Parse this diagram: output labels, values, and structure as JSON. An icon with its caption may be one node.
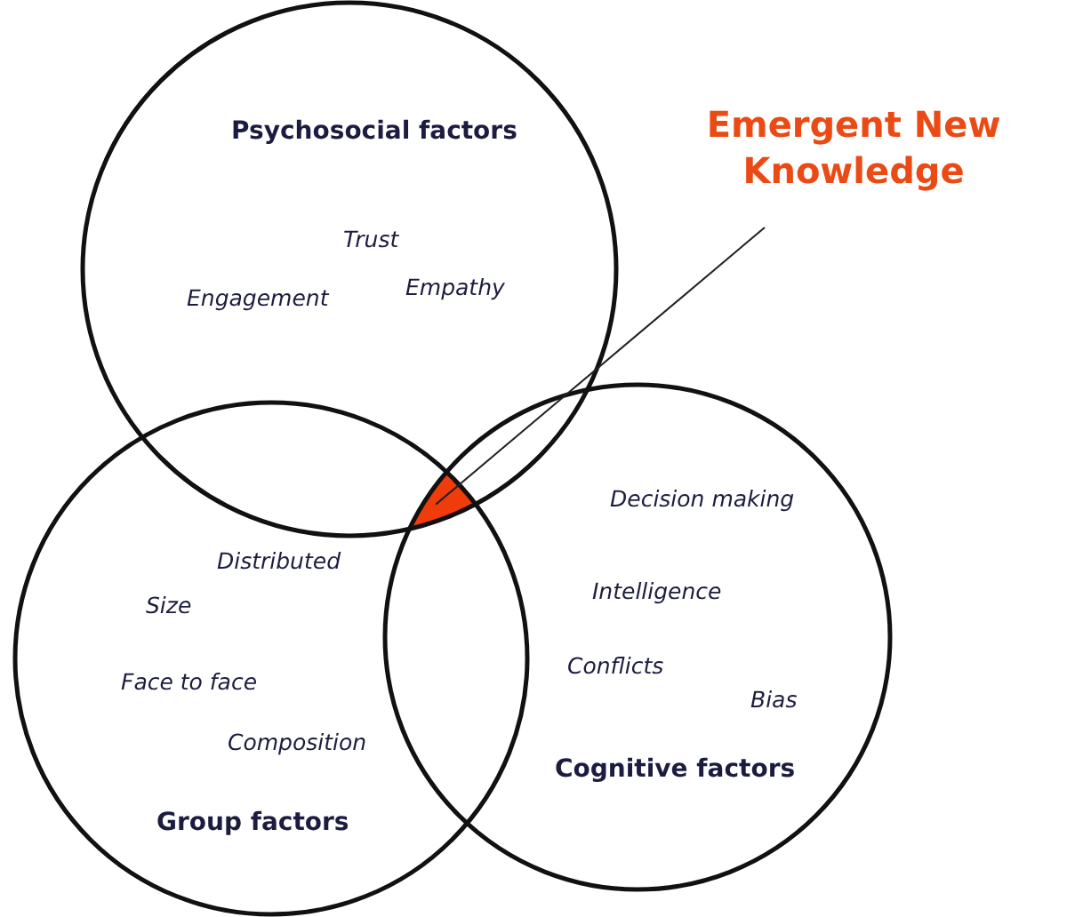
{
  "diagram": {
    "nodes": [
      {
        "text": [
          "Psychosocial factors",
          "Trust",
          "Engagement",
          "Empathy"
        ]
      },
      {
        "text": [
          "Distributed",
          "Size",
          "Face to face",
          "Composition",
          "Group factors"
        ]
      },
      {
        "text": [
          "Decision making",
          "Intelligence",
          "Conflicts",
          "Bias",
          "Cognitive factors"
        ]
      },
      {
        "text": [
          "Emergent New Knowledge"
        ]
      },
      {
        "text": [],
        "shape": "wedge"
      }
    ],
    "edges": [
      {
        "from": 3,
        "to": 4,
        "arrow": "none"
      }
    ]
  }
}
